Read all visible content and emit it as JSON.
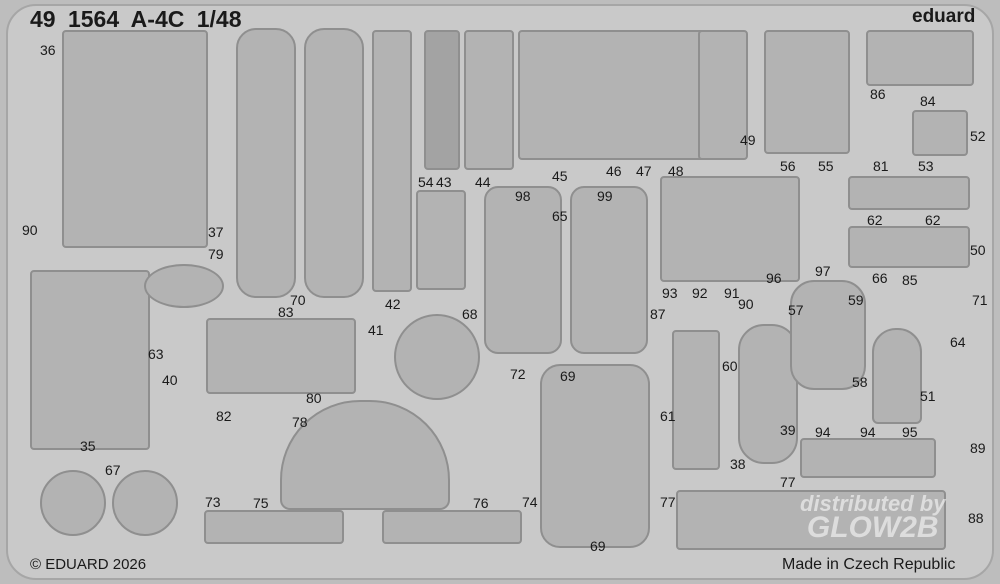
{
  "header": {
    "title": "49 1564  A-4C   1/48",
    "brand": "eduard"
  },
  "footer": {
    "copyright": "© EDUARD 2026",
    "origin": "Made in Czech Republic"
  },
  "watermark": {
    "line1": "distributed by",
    "line2": "GLOW2B"
  },
  "part_labels": [
    "36",
    "37",
    "90",
    "79",
    "70",
    "83",
    "42",
    "54",
    "43",
    "44",
    "45",
    "65",
    "98",
    "99",
    "46",
    "47",
    "48",
    "49",
    "56",
    "55",
    "86",
    "84",
    "52",
    "81",
    "53",
    "62",
    "62",
    "50",
    "97",
    "66",
    "85",
    "71",
    "59",
    "93",
    "92",
    "91",
    "96",
    "90",
    "57",
    "87",
    "41",
    "68",
    "63",
    "40",
    "82",
    "80",
    "72",
    "69",
    "60",
    "58",
    "64",
    "51",
    "61",
    "39",
    "38",
    "94",
    "94",
    "95",
    "89",
    "35",
    "67",
    "73",
    "75",
    "78",
    "76",
    "74",
    "69",
    "77",
    "77",
    "88"
  ]
}
